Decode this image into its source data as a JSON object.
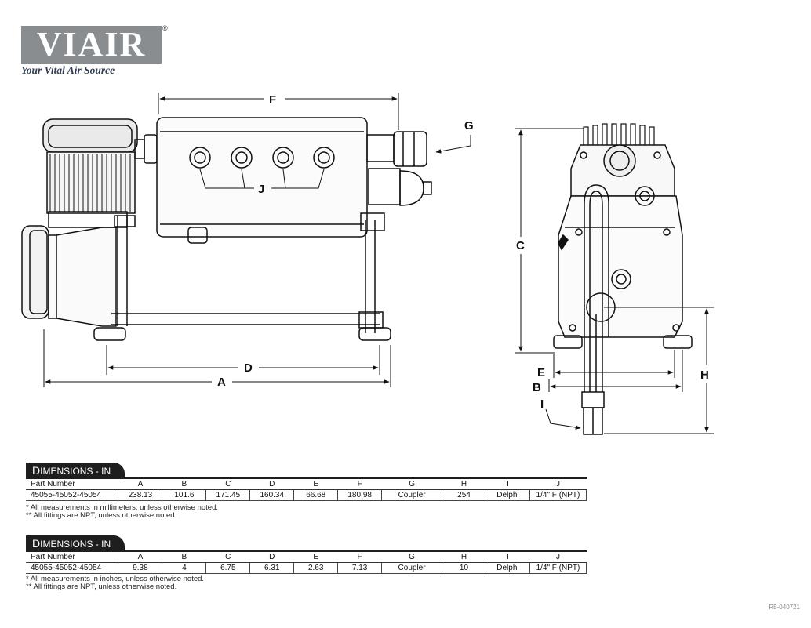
{
  "logo": {
    "brand": "VIAIR",
    "registered": "®",
    "tagline": "Your Vital Air Source"
  },
  "dimension_labels": {
    "a": "A",
    "b": "B",
    "c": "C",
    "d": "D",
    "e": "E",
    "f": "F",
    "g": "G",
    "h": "H",
    "i": "I",
    "j": "J"
  },
  "colors": {
    "line": "#111111",
    "logo_gray": "#8a8d90",
    "tab_black": "#1e1e1e"
  },
  "tables": [
    {
      "tab_initial": "D",
      "tab_rest": "IMENSIONS",
      "tab_suffix": " - IN",
      "headers": [
        "Part Number",
        "A",
        "B",
        "C",
        "D",
        "E",
        "F",
        "G",
        "H",
        "I",
        "J"
      ],
      "values": [
        "45055-45052-45054",
        "238.13",
        "101.6",
        "171.45",
        "160.34",
        "66.68",
        "180.98",
        "Coupler",
        "254",
        "Delphi",
        "1/4\" F (NPT)"
      ],
      "notes": [
        "* All measurements in millimeters, unless otherwise noted.",
        "** All fittings are NPT, unless otherwise noted."
      ]
    },
    {
      "tab_initial": "D",
      "tab_rest": "IMENSIONS",
      "tab_suffix": " - IN",
      "headers": [
        "Part Number",
        "A",
        "B",
        "C",
        "D",
        "E",
        "F",
        "G",
        "H",
        "I",
        "J"
      ],
      "values": [
        "45055-45052-45054",
        "9.38",
        "4",
        "6.75",
        "6.31",
        "2.63",
        "7.13",
        "Coupler",
        "10",
        "Delphi",
        "1/4\" F (NPT)"
      ],
      "notes": [
        "* All measurements in inches, unless otherwise noted.",
        "** All fittings are NPT, unless otherwise noted."
      ]
    }
  ],
  "reference_code": "R5-040721"
}
